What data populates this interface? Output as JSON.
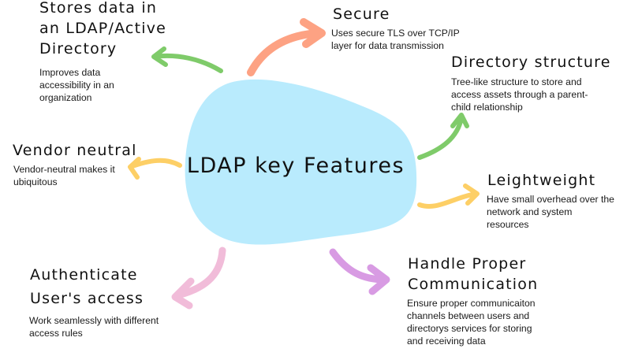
{
  "center": {
    "title": "LDAP key Features",
    "color": "#b9ebfd"
  },
  "features": [
    {
      "id": "stores-data",
      "title_lines": [
        "Stores data in",
        "an LDAP/Active",
        "Directory"
      ],
      "description": "Improves data accessibility in an organization",
      "arrow_color": "#7fcb6a"
    },
    {
      "id": "secure",
      "title_lines": [
        "Secure"
      ],
      "description": "Uses secure TLS over TCP/IP layer for data transmission",
      "arrow_color": "#fda283"
    },
    {
      "id": "directory-structure",
      "title_lines": [
        "Directory structure"
      ],
      "description": "Tree-like structure to store and access assets through a parent-child relationship",
      "arrow_color": "#7fcb6a"
    },
    {
      "id": "vendor-neutral",
      "title_lines": [
        "Vendor neutral"
      ],
      "description": "Vendor-neutral makes it ubiquitous",
      "arrow_color": "#fdcf66"
    },
    {
      "id": "leightweight",
      "title_lines": [
        "Leightweight"
      ],
      "description": "Have small overhead over the network and system resources",
      "arrow_color": "#fdcf66"
    },
    {
      "id": "authenticate",
      "title_lines": [
        "Authenticate",
        "User's access"
      ],
      "description": "Work seamlessly with different access rules",
      "arrow_color": "#f1bcd9"
    },
    {
      "id": "communication",
      "title_lines": [
        "Handle Proper",
        "Communication"
      ],
      "description": "Ensure proper communicaiton channels between users and directorys services for storing and receiving data",
      "arrow_color": "#d89be3"
    }
  ]
}
